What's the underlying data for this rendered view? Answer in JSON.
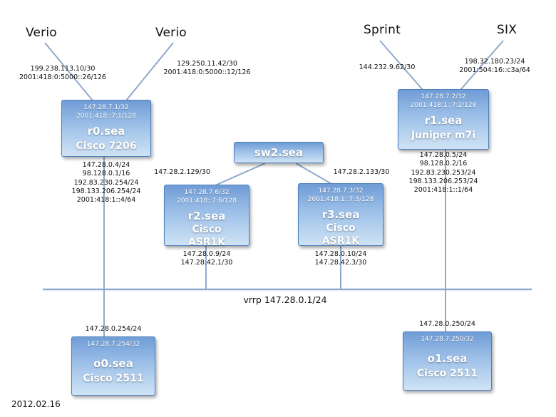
{
  "isps": {
    "verio_left": "Verio",
    "verio_right": "Verio",
    "sprint": "Sprint",
    "six": "SIX"
  },
  "uplinks": {
    "verio_left": [
      "199.238.113.10/30",
      "2001:418:0:5000::26/126"
    ],
    "verio_right": [
      "129.250.11.42/30",
      "2001:418:0:5000::12/126"
    ],
    "sprint": [
      "144.232.9.62/30"
    ],
    "six": [
      "198.32.180.23/24",
      "2001:504:16::c3a/64"
    ]
  },
  "nodes": {
    "r0": {
      "loopback_v4": "147.28.7.1/32",
      "loopback_v6": "2001:418::7:1/128",
      "name": "r0.sea",
      "model": "Cisco 7206"
    },
    "r1": {
      "loopback_v4": "147.28.7.2/32",
      "loopback_v6": "2001:418:1::7:2/128",
      "name": "r1.sea",
      "model": "Juniper m7i"
    },
    "sw2": {
      "name": "sw2.sea"
    },
    "r2": {
      "loopback_v4": "147.28.7.6/32",
      "loopback_v6": "2001:418::7:6/128",
      "name": "r2.sea",
      "model_line1": "Cisco",
      "model_line2": "ASR1K"
    },
    "r3": {
      "loopback_v4": "147.28.7.3/32",
      "loopback_v6": "2001:418:1::7:3/128",
      "name": "r3.sea",
      "model_line1": "Cisco",
      "model_line2": "ASR1K"
    },
    "o0": {
      "loopback_v4": "147.28.7.254/32",
      "name": "o0.sea",
      "model": "Cisco 2511"
    },
    "o1": {
      "loopback_v4": "147.28.7.250/32",
      "name": "o1.sea",
      "model": "Cisco 2511"
    }
  },
  "interfaces": {
    "r0_below": [
      "147.28.0.4/24",
      "98.128.0.1/16",
      "192.83.230.254/24",
      "198.133.206.254/24",
      "2001:418:1::4/64"
    ],
    "r1_below": [
      "147.28.0.5/24",
      "98.128.0.2/16",
      "192.83.230.253/24",
      "198.133.206.253/24",
      "2001:418:1::1/64"
    ],
    "r2_uplink": "147.28.2.129/30",
    "r3_uplink": "147.28.2.133/30",
    "r2_below": [
      "147.28.0.9/24",
      "147.28.42.1/30"
    ],
    "r3_below": [
      "147.28.0.10/24",
      "147.28.42.3/30"
    ],
    "o0_above": "147.28.0.254/24",
    "o1_above": "147.28.0.250/24"
  },
  "bus": {
    "vrrp_label": "vrrp 147.28.0.1/24"
  },
  "footer": {
    "date": "2012.02.16"
  },
  "colors": {
    "node_border": "#4f7fbe",
    "node_top": "#6f9cd6",
    "node_bottom": "#cfe3f5",
    "line": "#8fa9cc"
  }
}
